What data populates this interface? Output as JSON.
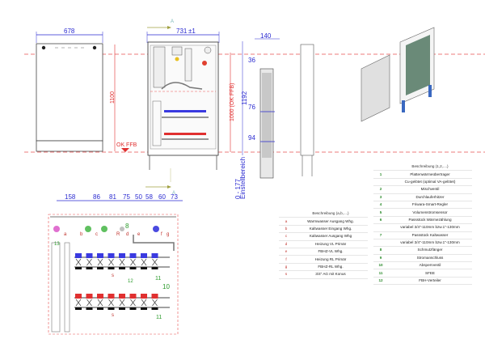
{
  "drawing": {
    "front_door_view": {
      "width_dim": "678",
      "height_dim": "1100"
    },
    "front_open_view": {
      "width_dim": "731",
      "width_suffix": "±1",
      "section_marker": "A",
      "floor_label": "OK FFB",
      "height_dim_red": "1000 (OK FFB)",
      "height_dim_blue": "1192"
    },
    "side_view": {
      "depth_dim": "140",
      "dims": [
        "36",
        "76",
        "94"
      ],
      "adjust_range": "0 - 177",
      "adjust_label": "Einstellbereich"
    },
    "top_view": {
      "spacing_dims": [
        "158",
        "86",
        "81",
        "75",
        "50",
        "58",
        "60",
        "73"
      ],
      "section_marker": "A",
      "connection_letters": [
        "a",
        "b",
        "c",
        "d",
        "e",
        "f",
        "g"
      ],
      "labels": {
        "n13": "13",
        "n8": "8",
        "n12": "12",
        "n11a": "11",
        "n10": "10",
        "n11b": "11",
        "s1": "s",
        "s2": "s",
        "r": "R"
      }
    }
  },
  "legend_letters": {
    "header": "Beschreibung (a,b,....)",
    "rows": [
      {
        "key": "a",
        "text": "Warmwasser Ausgang Whg."
      },
      {
        "key": "b",
        "text": "Kaltwasser Eingang Whg."
      },
      {
        "key": "c",
        "text": "Kaltwasser Ausgang Whg"
      },
      {
        "key": "d",
        "text": "Heizung VL Primär"
      },
      {
        "key": "e",
        "text": "FBHZ-VL Whg."
      },
      {
        "key": "f",
        "text": "Heizung RL Primär"
      },
      {
        "key": "g",
        "text": "FBHZ-RL Whg."
      },
      {
        "key": "s",
        "text": "3/4\" AG mit Konus"
      }
    ]
  },
  "legend_numbers": {
    "header": "Beschreibung (1,2,....)",
    "rows": [
      {
        "key": "1",
        "text": "Plattenwärmeübertrager"
      },
      {
        "key": "",
        "text": "Cu-gelötet (optimal VA-gelötet)"
      },
      {
        "key": "2",
        "text": "Mischventil"
      },
      {
        "key": "3",
        "text": "Durchlauferhitzer"
      },
      {
        "key": "4",
        "text": "Friwara-Smart-Regler"
      },
      {
        "key": "5",
        "text": "Volumenstromsensor"
      },
      {
        "key": "6",
        "text": "Passstück Wärmezählung"
      },
      {
        "key": "",
        "text": "variabel 3/4\"-110mm bzw.1\"-130mm"
      },
      {
        "key": "7",
        "text": "Passstück Kaltwasser"
      },
      {
        "key": "",
        "text": "variabel 3/4\"-110mm bzw.1\"-130mm"
      },
      {
        "key": "8",
        "text": "Schmutzfänger"
      },
      {
        "key": "9",
        "text": "Stromanschluss"
      },
      {
        "key": "10",
        "text": "Absperrventil"
      },
      {
        "key": "11",
        "text": "SFEE"
      },
      {
        "key": "12",
        "text": "FBH-Verteiler"
      }
    ]
  },
  "colors": {
    "dimension": "#2a2ad0",
    "reference_line": "#e03030",
    "valve_blue": "#3a3ae0",
    "valve_red": "#e03030",
    "label_green": "#2a9a2a"
  }
}
